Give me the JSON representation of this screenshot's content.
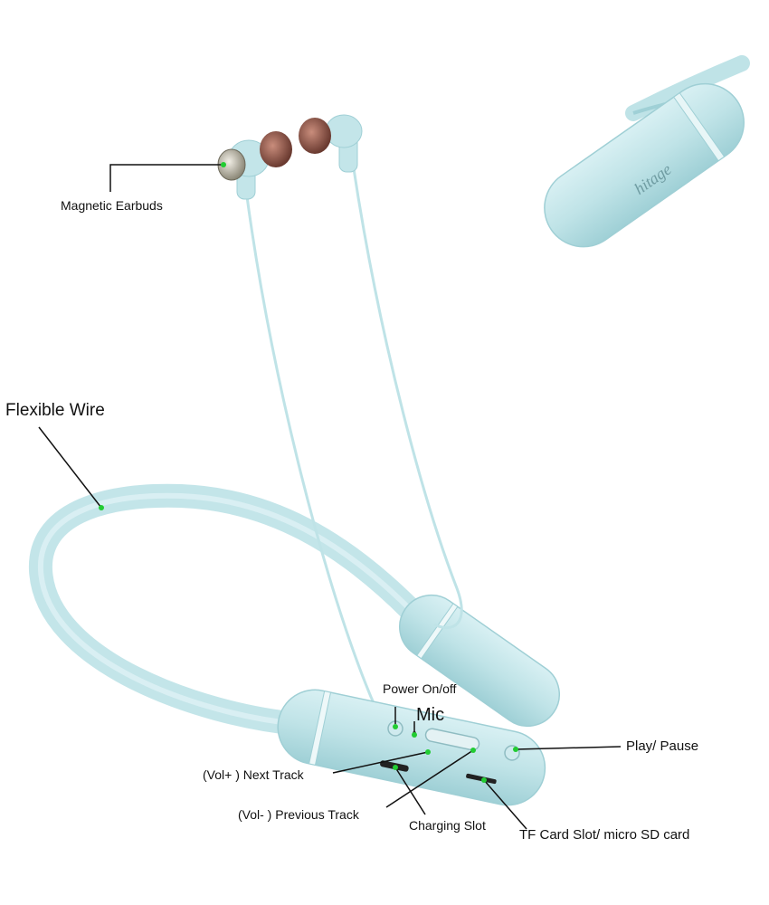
{
  "brand": {
    "logo_text": "hitage"
  },
  "colors": {
    "body": "#bfe3e7",
    "body_dark": "#8fc5cc",
    "accent_dot": "#22cc33",
    "line": "#111111"
  },
  "labels": {
    "magnetic_earbuds": "Magnetic Earbuds",
    "flexible_wire": "Flexible Wire",
    "power": "Power On/off",
    "mic": "Mic",
    "play_pause": "Play/ Pause",
    "next_track": "(Vol+ )  Next Track",
    "previous_track": "(Vol- )  Previous Track",
    "charging_slot": "Charging Slot",
    "tf_card": "TF Card Slot/ micro SD card"
  }
}
